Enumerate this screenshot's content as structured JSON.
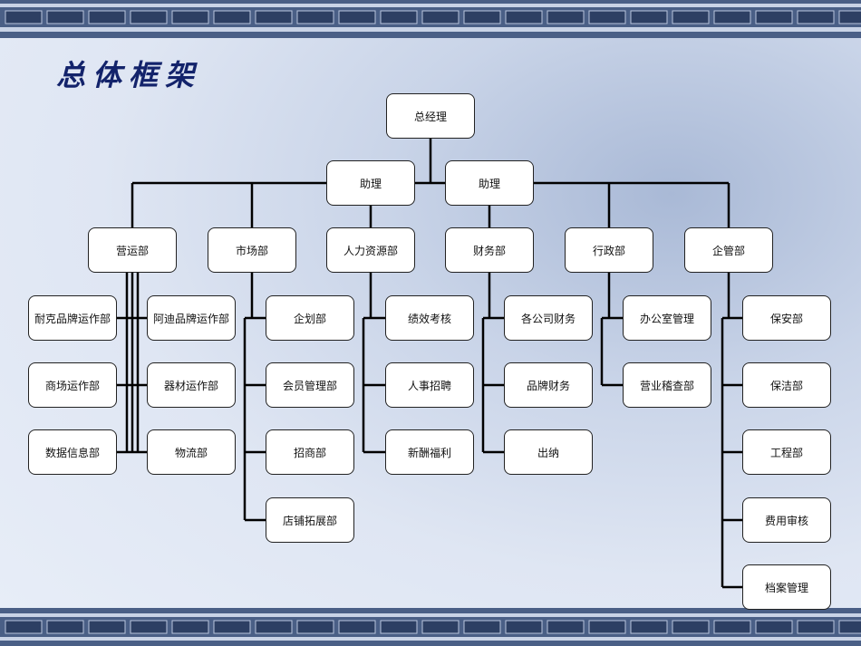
{
  "title": "总体框架",
  "nodes": {
    "ceo": "总经理",
    "asst1": "助理",
    "asst2": "助理",
    "dept_ops": "营运部",
    "dept_mkt": "市场部",
    "dept_hr": "人力资源部",
    "dept_fin": "财务部",
    "dept_adm": "行政部",
    "dept_mgmt": "企管部",
    "nike": "耐克品牌运作部",
    "adidas": "阿迪品牌运作部",
    "mall": "商场运作部",
    "equipment": "器材运作部",
    "data_info": "数据信息部",
    "logistics": "物流部",
    "planning": "企划部",
    "membership": "会员管理部",
    "investment": "招商部",
    "store_expansion": "店铺拓展部",
    "performance": "绩效考核",
    "recruitment": "人事招聘",
    "salary": "新酬福利",
    "branch_finance": "各公司财务",
    "brand_finance": "品牌财务",
    "cashier": "出纳",
    "office_mgmt": "办公室管理",
    "business_audit": "营业稽查部",
    "security": "保安部",
    "cleaning": "保洁部",
    "engineering": "工程部",
    "expense_audit": "费用审核",
    "archives": "档案管理"
  }
}
